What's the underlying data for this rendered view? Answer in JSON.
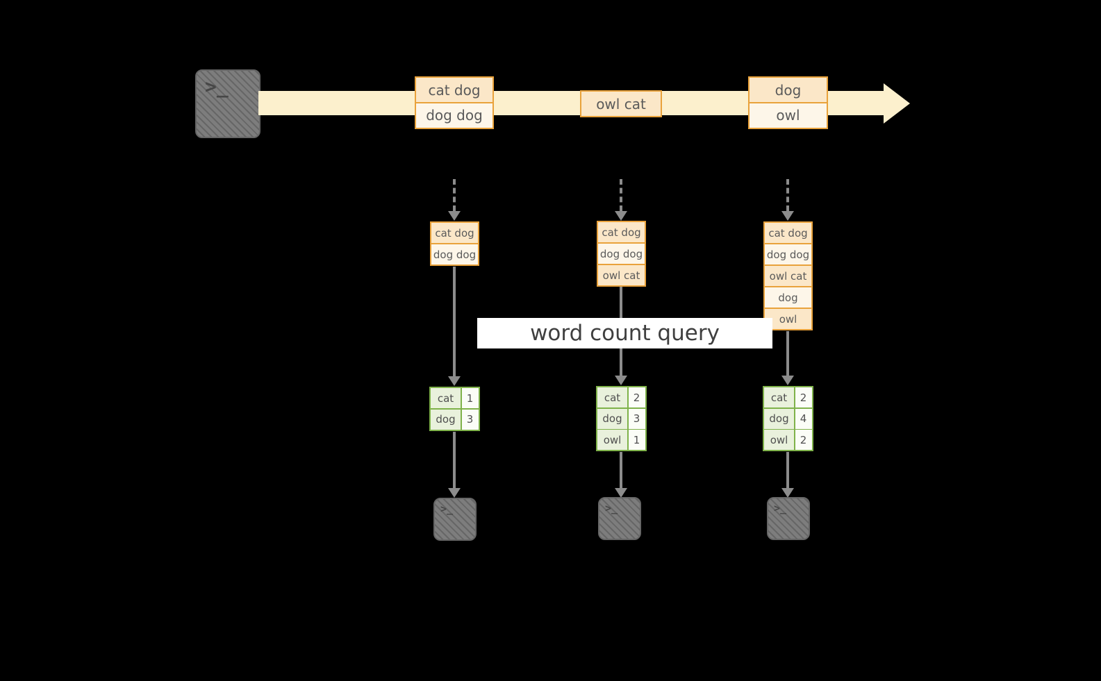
{
  "glyphs": {
    "prompt": ">_"
  },
  "banner": {
    "label": "word count query"
  },
  "timeline": {
    "batches": [
      {
        "lines": [
          "cat dog",
          "dog dog"
        ]
      },
      {
        "lines": [
          "owl cat"
        ]
      },
      {
        "lines": [
          "dog",
          "owl"
        ]
      }
    ]
  },
  "columns": [
    {
      "input_rows": [
        "cat dog",
        "dog dog"
      ],
      "result_rows": [
        {
          "word": "cat",
          "count": "1"
        },
        {
          "word": "dog",
          "count": "3"
        }
      ]
    },
    {
      "input_rows": [
        "cat dog",
        "dog dog",
        "owl cat"
      ],
      "result_rows": [
        {
          "word": "cat",
          "count": "2"
        },
        {
          "word": "dog",
          "count": "3"
        },
        {
          "word": "owl",
          "count": "1"
        }
      ]
    },
    {
      "input_rows": [
        "cat dog",
        "dog dog",
        "owl cat",
        "dog",
        "owl"
      ],
      "result_rows": [
        {
          "word": "cat",
          "count": "2"
        },
        {
          "word": "dog",
          "count": "4"
        },
        {
          "word": "owl",
          "count": "2"
        }
      ]
    }
  ],
  "colors": {
    "background": "#000000",
    "timeline_fill": "#fcf0cd",
    "orange_border": "#e9a23b",
    "orange_fill_dark": "#fbe7c8",
    "orange_fill_light": "#fdf6e9",
    "green_border": "#7fb24a",
    "green_fill": "#e9f1dc",
    "green_fill_light": "#fbfdf7",
    "arrow_gray": "#8c8c8c",
    "terminal_gray": "#7d7d7d",
    "text": "#595959"
  }
}
